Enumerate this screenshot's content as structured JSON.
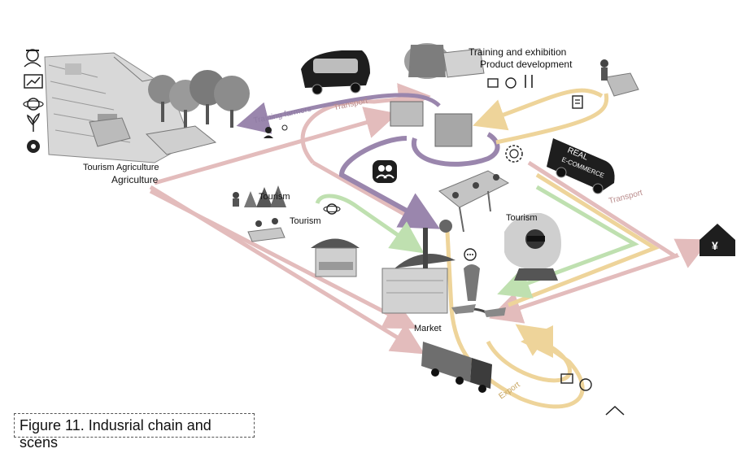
{
  "labels": {
    "training_exhibition": "Training and exhibition",
    "product_development": "Product development",
    "training_farmers": "Training farmers",
    "transport_top": "Transport",
    "tourism_agriculture": "Tourism Agriculture",
    "agriculture": "Agriculture",
    "tourism_forest": "Tourism",
    "tourism_market": "Tourism",
    "tourism_right": "Tourism",
    "market": "Market",
    "transport_right": "Transport",
    "export": "Export",
    "real": "REAL",
    "ecommerce": "E-COMMERCE",
    "yuan": "¥"
  },
  "caption": "Figure 11. Indusrial chain and scens",
  "colors": {
    "pink_path": "#e3bcbc",
    "purple_path": "#9a86ad",
    "yellow_path": "#eed49a",
    "green_path": "#bfe0b0",
    "ink": "#111111"
  },
  "icons": [
    "farmer-icon",
    "chart-board-icon",
    "planet-icon",
    "plant-icon",
    "tomato-icon",
    "people-icon",
    "van-icon",
    "truck-icon",
    "house-yuan-icon",
    "box-icon",
    "clipboard-icon"
  ]
}
